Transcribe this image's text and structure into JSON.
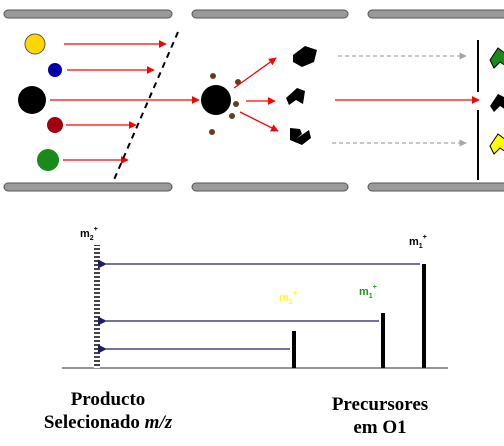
{
  "colors": {
    "ion_arrow": "#ff0000",
    "neutral_arrow": "#a6a6a6",
    "scan_arrow": "#1f1f5f",
    "rod": "#9a9a9a",
    "ion_yellow": "#ffd700",
    "ion_blue": "#0000aa",
    "ion_black": "#000000",
    "ion_red": "#a00010",
    "ion_green": "#1a8a1a",
    "gas_particle": "#6b3a1a",
    "m1_black": "#000000",
    "m1_green": "#1a9a1a",
    "m1_yellow": "#ffff00"
  },
  "quadrupole": {
    "ions": [
      "yellow-ion",
      "blue-ion",
      "black-ion",
      "red-ion",
      "green-ion"
    ],
    "fragments": [
      "green-fragment",
      "black-fragment",
      "yellow-fragment"
    ]
  },
  "spectrum": {
    "product_label_base": "m",
    "product_label_sub": "2",
    "product_label_sup": "+",
    "precursor_label_base": "m",
    "precursor_label_sub": "1",
    "precursor_label_sup": "+"
  },
  "labels": {
    "product_line1": "Producto",
    "product_line2_text": "Selecionado ",
    "product_line2_italic": "m/z",
    "precursor_line1": "Precursores",
    "precursor_line2": "em O1"
  }
}
